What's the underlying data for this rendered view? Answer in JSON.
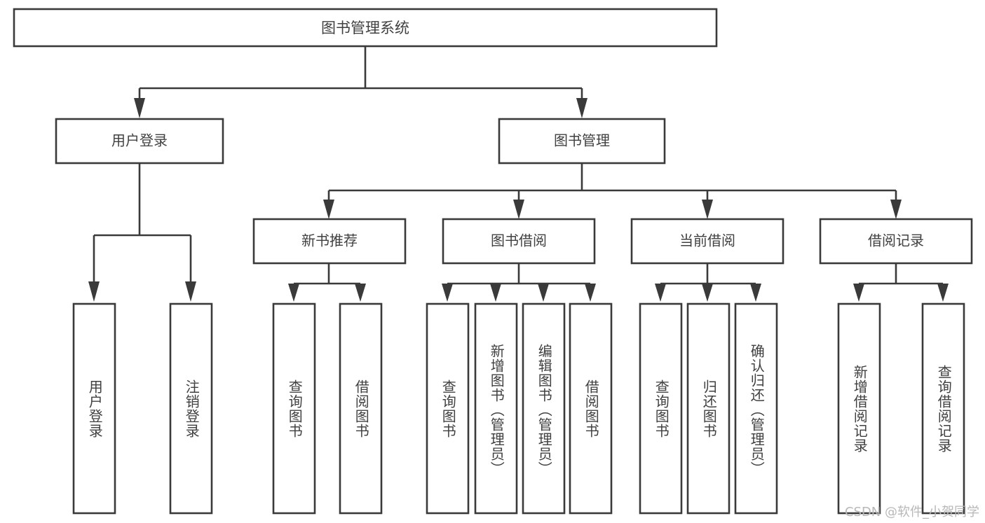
{
  "diagram": {
    "type": "tree",
    "title": "图书管理系统",
    "watermark": "CSDN @软件_小贺同学",
    "colors": {
      "background": "#ffffff",
      "stroke": "#3a3a3a",
      "text": "#404040",
      "watermark": "#b8b8b8"
    },
    "root": {
      "label": "图书管理系统"
    },
    "level1": [
      {
        "label": "用户登录"
      },
      {
        "label": "图书管理"
      }
    ],
    "level2": [
      {
        "label": "新书推荐"
      },
      {
        "label": "图书借阅"
      },
      {
        "label": "当前借阅"
      },
      {
        "label": "借阅记录"
      }
    ],
    "leaves": [
      {
        "label": "用户登录",
        "parent": "用户登录"
      },
      {
        "label": "注销登录",
        "parent": "用户登录"
      },
      {
        "label": "查询图书",
        "parent": "新书推荐"
      },
      {
        "label": "借阅图书",
        "parent": "新书推荐"
      },
      {
        "label": "查询图书",
        "parent": "图书借阅"
      },
      {
        "label": "新增图书（管理员）",
        "parent": "图书借阅"
      },
      {
        "label": "编辑图书（管理员）",
        "parent": "图书借阅"
      },
      {
        "label": "借阅图书",
        "parent": "图书借阅"
      },
      {
        "label": "查询图书",
        "parent": "当前借阅"
      },
      {
        "label": "归还图书",
        "parent": "当前借阅"
      },
      {
        "label": "确认归还（管理员）",
        "parent": "当前借阅"
      },
      {
        "label": "新增借阅记录",
        "parent": "借阅记录"
      },
      {
        "label": "查询借阅记录",
        "parent": "借阅记录"
      }
    ]
  }
}
